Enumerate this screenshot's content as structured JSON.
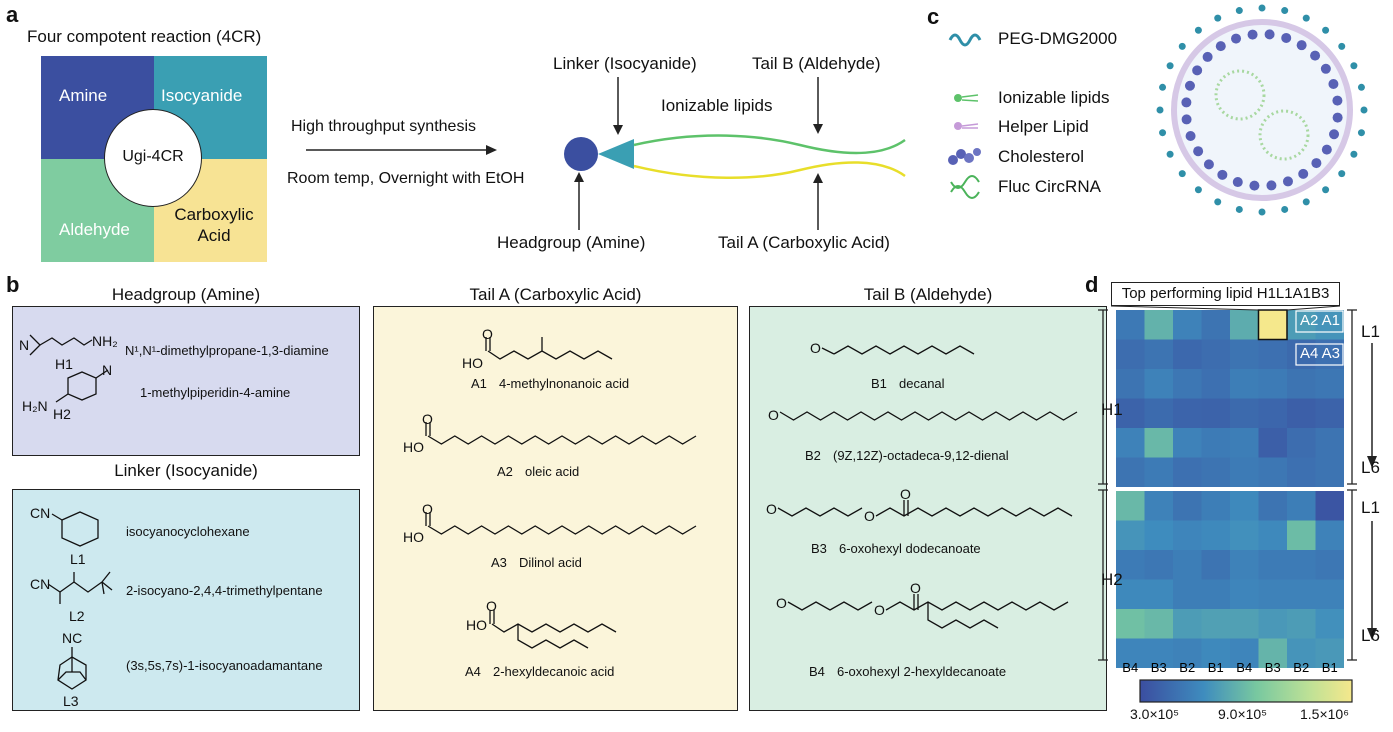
{
  "panels": {
    "a": "a",
    "b": "b",
    "c": "c",
    "d": "d"
  },
  "panel_a": {
    "title": "Four compotent reaction (4CR)",
    "quadrants": [
      "Amine",
      "Isocyanide",
      "Aldehyde",
      "Carboxylic Acid"
    ],
    "center": "Ugi-4CR",
    "arrow_top": "High throughput synthesis",
    "arrow_bottom": "Room temp, Overnight with EtOH",
    "lipid_label": "Ionizable lipids",
    "linker": "Linker (Isocyanide)",
    "tail_b": "Tail B (Aldehyde)",
    "headgroup": "Headgroup (Amine)",
    "tail_a": "Tail A (Carboxylic Acid)",
    "colors": {
      "amine": "#3b4fa0",
      "isocyanide": "#3a9fb3",
      "aldehyde": "#7fcca0",
      "acid": "#f7e394",
      "tail_b_line": "#5dc26a",
      "tail_a_line": "#e8de2a"
    }
  },
  "panel_b": {
    "headgroup": {
      "title": "Headgroup (Amine)",
      "items": [
        {
          "code": "H1",
          "name": "N¹,N¹-dimethylpropane-1,3-diamine"
        },
        {
          "code": "H2",
          "name": "1-methylpiperidin-4-amine"
        }
      ]
    },
    "linker": {
      "title": "Linker (Isocyanide)",
      "items": [
        {
          "code": "L1",
          "name": "isocyanocyclohexane"
        },
        {
          "code": "L2",
          "name": "2-isocyano-2,4,4-trimethylpentane"
        },
        {
          "code": "L3",
          "name": "(3s,5s,7s)-1-isocyanoadamantane"
        }
      ]
    },
    "tail_a": {
      "title": "Tail A (Carboxylic Acid)",
      "items": [
        {
          "code": "A1",
          "name": "4-methylnonanoic acid"
        },
        {
          "code": "A2",
          "name": "oleic acid"
        },
        {
          "code": "A3",
          "name": "Dilinol acid"
        },
        {
          "code": "A4",
          "name": "2-hexyldecanoic acid"
        }
      ]
    },
    "tail_b": {
      "title": "Tail B (Aldehyde)",
      "items": [
        {
          "code": "B1",
          "name": "decanal"
        },
        {
          "code": "B2",
          "name": "(9Z,12Z)-octadeca-9,12-dienal"
        },
        {
          "code": "B3",
          "name": "6-oxohexyl dodecanoate"
        },
        {
          "code": "B4",
          "name": "6-oxohexyl 2-hexyldecanoate"
        }
      ]
    },
    "atoms": {
      "HO": "HO",
      "O": "O",
      "CN": "CN",
      "NC": "NC",
      "NH2": "NH₂",
      "H2N": "H₂N",
      "N": "N"
    }
  },
  "panel_c": {
    "legend": [
      "PEG-DMG2000",
      "Ionizable lipids",
      "Helper Lipid",
      "Cholesterol",
      "Fluc CircRNA"
    ]
  },
  "panel_d": {
    "callout": "Top performing lipid H1L1A1B3",
    "inner_labels": [
      "A2",
      "A1",
      "A4",
      "A3"
    ],
    "left_groups": [
      "H1",
      "H2"
    ],
    "right_labels": [
      "L1",
      "L6",
      "L1",
      "L6"
    ],
    "colorbar_ticks": [
      "3.0×10⁵",
      "9.0×10⁵",
      "1.5×10⁶"
    ]
  },
  "chart_data": {
    "type": "heatmap",
    "x": [
      "B4",
      "B3",
      "B2",
      "B1",
      "B4",
      "B3",
      "B2",
      "B1"
    ],
    "y_groups": [
      "H1",
      "H2"
    ],
    "colorbar": {
      "min": 300000,
      "max": 1500000,
      "ticks": [
        "3.0×10⁵",
        "9.0×10⁵",
        "1.5×10⁶"
      ]
    },
    "values": [
      [
        550000,
        850000,
        600000,
        520000,
        820000,
        1500000,
        740000,
        700000
      ],
      [
        480000,
        520000,
        450000,
        480000,
        520000,
        500000,
        460000,
        500000
      ],
      [
        520000,
        600000,
        540000,
        500000,
        580000,
        560000,
        520000,
        540000
      ],
      [
        420000,
        470000,
        430000,
        420000,
        460000,
        440000,
        400000,
        420000
      ],
      [
        600000,
        880000,
        600000,
        560000,
        580000,
        400000,
        480000,
        520000
      ],
      [
        520000,
        560000,
        500000,
        520000,
        560000,
        540000,
        500000,
        520000
      ],
      [
        880000,
        600000,
        520000,
        580000,
        640000,
        520000,
        580000,
        340000
      ],
      [
        700000,
        660000,
        620000,
        640000,
        680000,
        640000,
        900000,
        600000
      ],
      [
        560000,
        540000,
        580000,
        520000,
        600000,
        560000,
        560000,
        540000
      ],
      [
        640000,
        640000,
        580000,
        580000,
        620000,
        600000,
        600000,
        600000
      ],
      [
        920000,
        880000,
        740000,
        760000,
        760000,
        720000,
        740000,
        680000
      ],
      [
        620000,
        620000,
        600000,
        640000,
        620000,
        860000,
        700000,
        720000
      ]
    ]
  }
}
